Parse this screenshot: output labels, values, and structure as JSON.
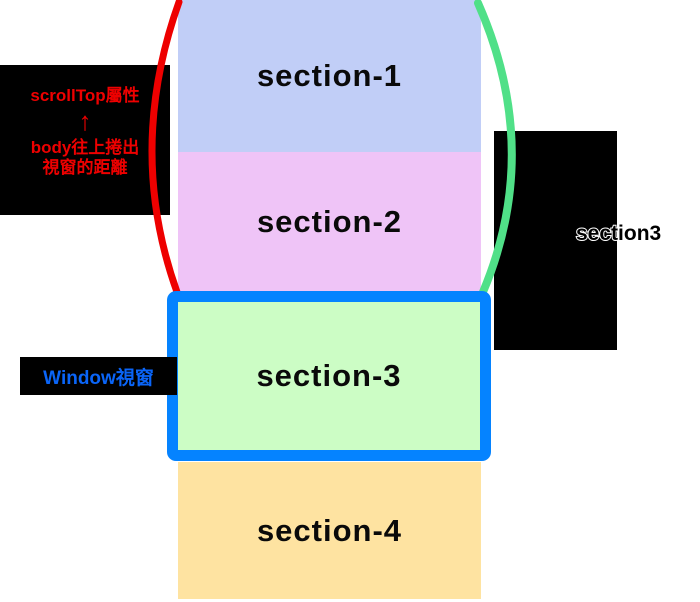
{
  "diagram": {
    "sections": [
      {
        "label": "section-1",
        "color": "#c1cef7"
      },
      {
        "label": "section-2",
        "color": "#efc4f7"
      },
      {
        "label": "section-3",
        "color": "#ccfdc5"
      },
      {
        "label": "section-4",
        "color": "#fee3a1"
      }
    ],
    "window": {
      "label": "Window視窗",
      "border_color": "#0583ff",
      "label_color": "#0a65f8"
    },
    "scrolltop_annotation": {
      "title": "scrollTop屬性",
      "arrow_icon": "↑",
      "desc_line1": "body往上捲出",
      "desc_line2": "視窗的距離",
      "text_color": "#ee0000"
    },
    "right_annotation": {
      "text": "section3"
    },
    "arcs": {
      "left_color": "#ee0000",
      "right_color": "#50e088"
    }
  }
}
